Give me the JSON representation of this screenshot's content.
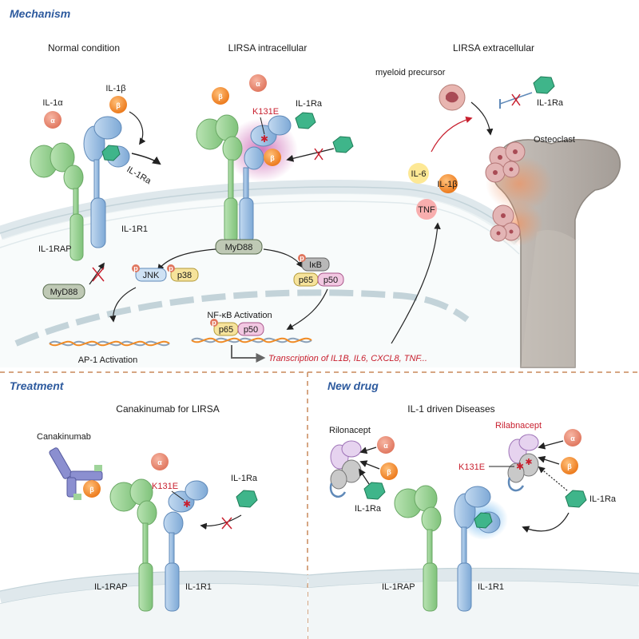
{
  "sections": {
    "mechanism": "Mechanism",
    "treatment": "Treatment",
    "new_drug": "New drug"
  },
  "panels": {
    "normal": "Normal condition",
    "lirsa_intra": "LIRSA intracellular",
    "lirsa_extra": "LIRSA extracellular",
    "canakinumab": "Canakinumab for LIRSA",
    "il1_diseases": "IL-1 driven Diseases"
  },
  "labels": {
    "il1a": "IL-1α",
    "il1b": "IL-1β",
    "il1ra": "IL-1Ra",
    "il1rap": "IL-1RAP",
    "il1r1": "IL-1R1",
    "myd88": "MyD88",
    "k131e": "K131E",
    "jnk": "JNK",
    "p38": "p38",
    "ikb": "IκB",
    "p65": "p65",
    "p50": "p50",
    "p": "p",
    "alpha": "α",
    "beta": "β",
    "nfkb": "NF-κB Activation",
    "ap1": "AP-1 Activation",
    "transcription": "Transcription of IL1B, IL6, CXCL8, TNF...",
    "myeloid": "myeloid precursor",
    "osteoclast": "Osteoclast",
    "il6": "IL-6",
    "tnf": "TNF",
    "canakinumab_drug": "Canakinumab",
    "rilonacept": "Rilonacept",
    "rilabnacept": "Rilabnacept"
  },
  "colors": {
    "section_title": "#2d5a9e",
    "red_text": "#c8202f",
    "receptor_green": "#8fcf8b",
    "receptor_blue": "#8fb8e0",
    "cytokine_orange": "#f08a24",
    "il1ra_teal": "#3fb58a",
    "membrane": "#d6e2e6",
    "divider": "#c8885a"
  }
}
